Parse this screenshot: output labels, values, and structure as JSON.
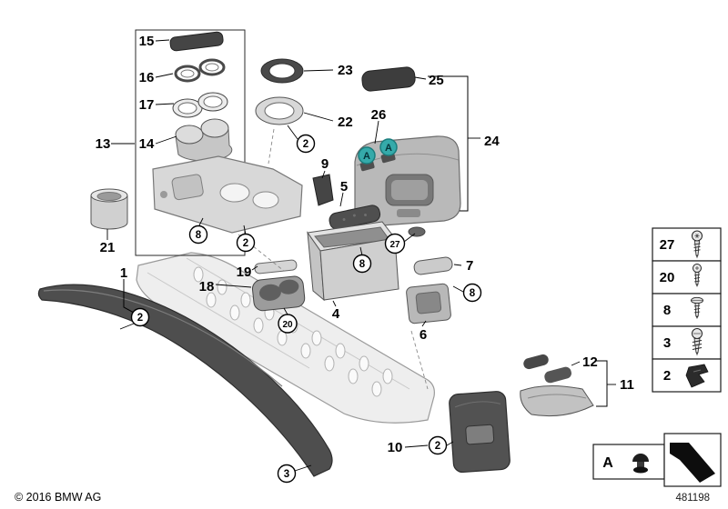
{
  "footer": {
    "copyright": "© 2016 BMW AG",
    "doc_number": "481198"
  },
  "labels": {
    "item1": "1",
    "item2": "2",
    "item3": "3",
    "item4": "4",
    "item5": "5",
    "item6": "6",
    "item7": "7",
    "item8": "8",
    "item9": "9",
    "item10": "10",
    "item11": "11",
    "item12": "12",
    "item13": "13",
    "item14": "14",
    "item15": "15",
    "item16": "16",
    "item17": "17",
    "item18": "18",
    "item19": "19",
    "item20": "20",
    "item21": "21",
    "item22": "22",
    "item23": "23",
    "item24": "24",
    "item25": "25",
    "item26": "26",
    "item27": "27",
    "marker_a": "A"
  },
  "legend": {
    "rows": [
      {
        "label": "27",
        "icon": "torx-screw-icon"
      },
      {
        "label": "20",
        "icon": "torx-screw-small-icon"
      },
      {
        "label": "8",
        "icon": "pan-head-screw-icon"
      },
      {
        "label": "3",
        "icon": "tapping-screw-icon"
      },
      {
        "label": "2",
        "icon": "clip-icon"
      }
    ],
    "a_row": {
      "label": "A",
      "icon": "knob-icon"
    },
    "arrow_icon": "direction-arrow-icon"
  },
  "colors": {
    "accent_teal": "#35aaaa",
    "accent_teal_ring": "#1b7d7d",
    "dark_part": "#4a4a4a",
    "light_part": "#d9d9d9",
    "line": "#000000"
  }
}
